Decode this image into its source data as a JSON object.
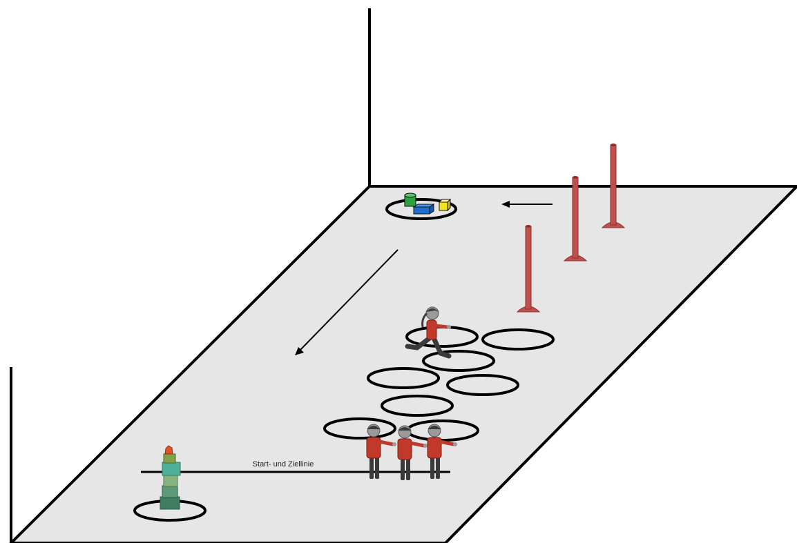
{
  "diagram": {
    "start_finish_label": "Start- und Ziellinie",
    "colors": {
      "floor": "#e6e6e6",
      "outline": "#000000",
      "pole": "#c0504d",
      "pole_dark": "#8f2f2c",
      "shirt": "#c0392b",
      "pants": "#3a3a3a",
      "skin": "#9a9a9a",
      "block_green": "#2ea043",
      "block_blue": "#1f6fd1",
      "block_yellow": "#f2e51d",
      "tower_green": "#4a8c6a",
      "tower_top": "#e0542a"
    },
    "counts": {
      "floor_hoops": 8,
      "slalom_poles": 3,
      "waiting_children": 3,
      "running_children": 1,
      "blocks_in_hoop": 3
    }
  }
}
